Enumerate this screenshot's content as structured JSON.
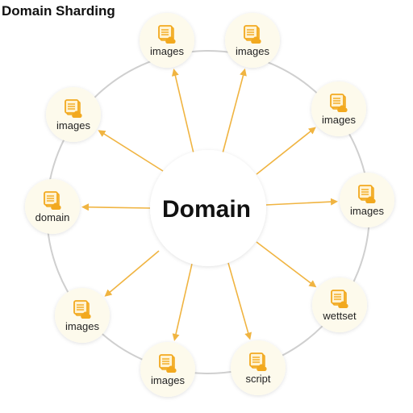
{
  "title": "Domain Sharding",
  "center": {
    "label": "Domain"
  },
  "nodes": [
    {
      "label": "images"
    },
    {
      "label": "images"
    },
    {
      "label": "images"
    },
    {
      "label": "images"
    },
    {
      "label": "wettset"
    },
    {
      "label": "script"
    },
    {
      "label": "images"
    },
    {
      "label": "images"
    },
    {
      "label": "domain"
    },
    {
      "label": "images"
    }
  ],
  "colors": {
    "accent": "#F2A91F",
    "arrow": "#F0B441",
    "node_fill": "#FDFAEC",
    "ring": "#CFCFCF",
    "icon_shade": "#F7D88A"
  },
  "icon": "document-cloud-icon"
}
